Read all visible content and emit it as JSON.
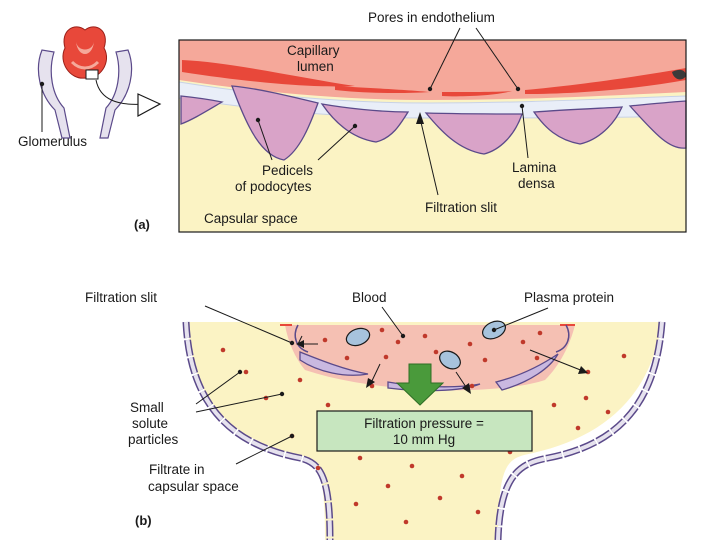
{
  "panel_a": {
    "tag": "(a)",
    "labels": {
      "pores_in_endothelium": "Pores in endothelium",
      "capillary_lumen_1": "Capillary",
      "capillary_lumen_2": "lumen",
      "glomerulus": "Glomerulus",
      "pedicels_1": "Pedicels",
      "pedicels_2": "of podocytes",
      "lamina_densa_1": "Lamina",
      "lamina_densa_2": "densa",
      "filtration_slit": "Filtration slit",
      "capsular_space": "Capsular space"
    }
  },
  "panel_b": {
    "tag": "(b)",
    "labels": {
      "filtration_slit": "Filtration slit",
      "blood": "Blood",
      "plasma_protein": "Plasma protein",
      "small_solute_1": "Small",
      "small_solute_2": "solute",
      "small_solute_3": "particles",
      "filtrate_1": "Filtrate in",
      "filtrate_2": "capsular space",
      "pressure_1": "Filtration pressure =",
      "pressure_2": "10 mm Hg"
    }
  },
  "colors": {
    "capillary": "#f5a89a",
    "capillary_cell": "#e8483a",
    "capsule_fluid": "#fbf3c4",
    "podocyte": "#d9a3c8",
    "cell_outline": "#5b4a8a",
    "membrane": "#cfdcf0",
    "solute": "#c0392b",
    "protein": "#a7c3dd",
    "arrow": "#4a9a3b",
    "pressure_box": "#c7e6bf"
  }
}
